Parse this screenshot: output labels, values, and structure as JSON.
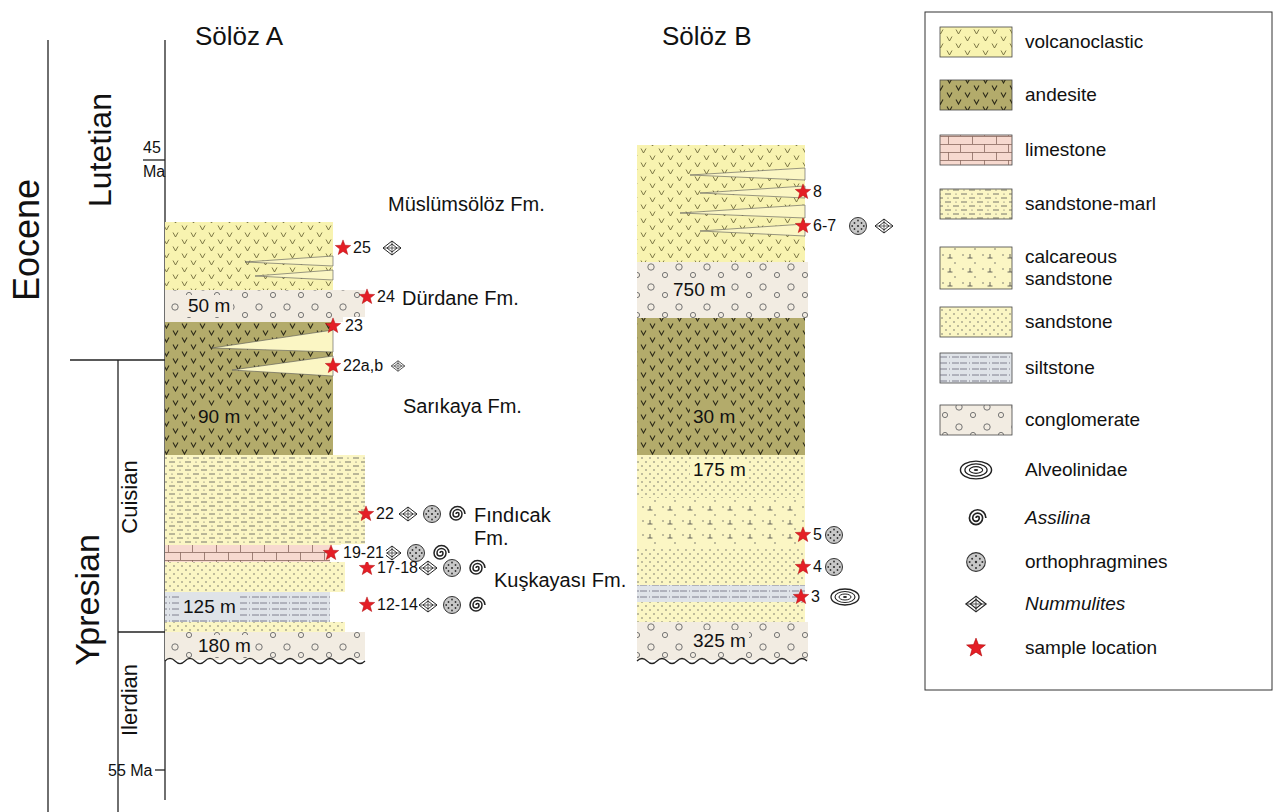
{
  "diagram": {
    "nodes": [
      {
        "text": [
          "50 m"
        ]
      },
      {
        "text": [
          "90 m"
        ]
      },
      {
        "text": [
          "125 m"
        ]
      },
      {
        "text": [
          "180 m"
        ]
      },
      {
        "text": [
          "750 m"
        ]
      },
      {
        "text": [
          "30 m"
        ]
      },
      {
        "text": [
          "175 m"
        ]
      },
      {
        "text": [
          "325 m"
        ]
      }
    ],
    "labels": [
      "Sölöz A",
      "Sölöz B",
      "Eocene",
      "Lutetian",
      "Ypresian",
      "Cuisian",
      "Ilerdian",
      "45 Ma",
      "55 Ma",
      "Müslümsölöz Fm.",
      "Dürdane Fm.",
      "Sarıkaya Fm.",
      "Fındıcak Fm.",
      "Kuşkayası Fm.",
      "25",
      "24",
      "23",
      "22a,b",
      "22",
      "19-21",
      "17-18",
      "12-14",
      "8",
      "6-7",
      "5",
      "4",
      "3"
    ],
    "legend": [
      {
        "text": "volcanoclastic",
        "color": "#f8f3b0"
      },
      {
        "text": "andesite",
        "color": "#b3ab6b"
      },
      {
        "text": "limestone",
        "color": "#f7d9cf"
      },
      {
        "text": "sandstone-marl",
        "color": "#fbf6c4"
      },
      {
        "text": "calcareous sandstone",
        "color": "#fbf6c4"
      },
      {
        "text": "sandstone",
        "color": "#fbf6c4"
      },
      {
        "text": "siltstone",
        "color": "#dfe3e8"
      },
      {
        "text": "conglomerate",
        "color": "#f2ece2"
      },
      {
        "text": "Alveolinidae"
      },
      {
        "text": "Assilina"
      },
      {
        "text": "orthophragmines"
      },
      {
        "text": "Nummulites"
      },
      {
        "text": "sample location"
      }
    ]
  }
}
